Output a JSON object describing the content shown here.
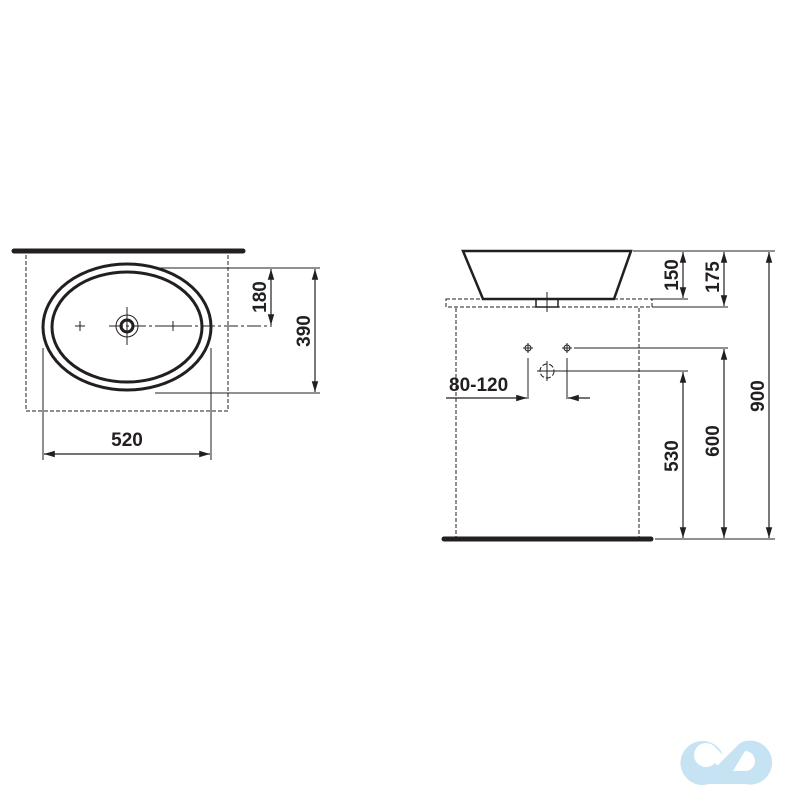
{
  "diagram": {
    "type": "technical-drawing",
    "subject": "oval countertop washbasin",
    "colors": {
      "line": "#231f20",
      "background": "#ffffff",
      "logo": "#c6e3f3"
    },
    "top_view": {
      "dimensions": {
        "width": "520",
        "depth": "390",
        "tap_hole_offset": "180"
      }
    },
    "side_view": {
      "dimensions": {
        "basin_height": "150",
        "basin_with_counter": "175",
        "total_height": "900",
        "supply_height": "600",
        "waste_height": "530",
        "supply_spacing": "80-120"
      }
    },
    "watermark": {
      "icon": "infinity-cd-logo"
    }
  }
}
